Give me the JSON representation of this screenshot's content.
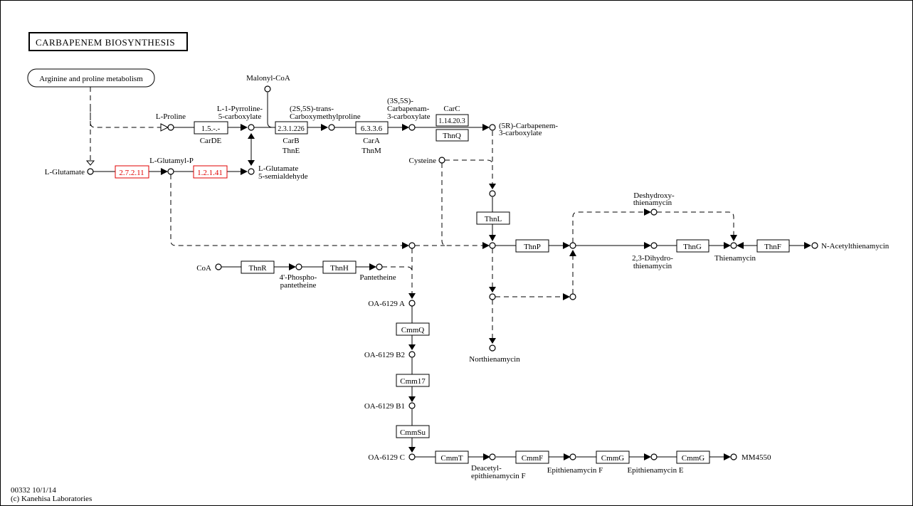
{
  "title": "CARBAPENEM BIOSYNTHESIS",
  "map_link": "Arginine and proline metabolism",
  "footer": {
    "line1": "00332 10/1/14",
    "line2": "(c) Kanehisa Laboratories"
  },
  "colors": {
    "highlight": "#e00000",
    "default": "#000000"
  },
  "compounds": {
    "malonyl_coa": "Malonyl-CoA",
    "l_proline": "L-Proline",
    "p5c_1": "L-1-Pyrroline-",
    "p5c_2": "5-carboxylate",
    "tcmp_1": "(2S,5S)-trans-",
    "tcmp_2": "Carboxymethylproline",
    "carbapenam_1": "(3S,5S)-",
    "carbapenam_2": "Carbapenam-",
    "carbapenam_3": "3-carboxylate",
    "carbapenem_1": "(5R)-Carbapenem-",
    "carbapenem_2": "3-carboxylate",
    "l_glutamate": "L-Glutamate",
    "l_glutamyl_p": "L-Glutamyl-P",
    "glu_sa_1": "L-Glutamate",
    "glu_sa_2": "5-semialdehyde",
    "cysteine": "Cysteine",
    "deshydroxy_1": "Deshydroxy-",
    "deshydroxy_2": "thienamycin",
    "dihydro_1": "2,3-Dihydro-",
    "dihydro_2": "thienamycin",
    "thienamycin": "Thienamycin",
    "n_acetyl": "N-Acetylthienamycin",
    "coa": "CoA",
    "phospho_1": "4'-Phospho-",
    "phospho_2": "pantetheine",
    "pantetheine": "Pantetheine",
    "oa_a": "OA-6129 A",
    "oa_b2": "OA-6129 B2",
    "oa_b1": "OA-6129 B1",
    "oa_c": "OA-6129 C",
    "northienamycin": "Northienamycin",
    "deacetyl_1": "Deacetyl-",
    "deacetyl_2": "epithienamycin F",
    "epi_f": "Epithienamycin F",
    "epi_e": "Epithienamycin E",
    "mm4550": "MM4550"
  },
  "enzymes": {
    "e_1_5": {
      "label": "1.5.-.-",
      "highlighted": false
    },
    "e_2_3_1_226": {
      "label": "2.3.1.226",
      "highlighted": false
    },
    "e_6_3_3_6": {
      "label": "6.3.3.6",
      "highlighted": false
    },
    "e_1_14_20_3": {
      "label": "1.14.20.3",
      "highlighted": false
    },
    "thnq": {
      "label": "ThnQ",
      "highlighted": false
    },
    "e_2_7_2_11": {
      "label": "2.7.2.11",
      "highlighted": true
    },
    "e_1_2_1_41": {
      "label": "1.2.1.41",
      "highlighted": true
    },
    "thnl": {
      "label": "ThnL",
      "highlighted": false
    },
    "thnp": {
      "label": "ThnP",
      "highlighted": false
    },
    "thng": {
      "label": "ThnG",
      "highlighted": false
    },
    "thnf": {
      "label": "ThnF",
      "highlighted": false
    },
    "thnr": {
      "label": "ThnR",
      "highlighted": false
    },
    "thnh": {
      "label": "ThnH",
      "highlighted": false
    },
    "cmmq": {
      "label": "CmmQ",
      "highlighted": false
    },
    "cmm17": {
      "label": "Cmm17",
      "highlighted": false
    },
    "cmmsu": {
      "label": "CmmSu",
      "highlighted": false
    },
    "cmmt": {
      "label": "CmmT",
      "highlighted": false
    },
    "cmmf": {
      "label": "CmmF",
      "highlighted": false
    },
    "cmmg1": {
      "label": "CmmG",
      "highlighted": false
    },
    "cmmg2": {
      "label": "CmmG",
      "highlighted": false
    }
  },
  "gene_labels": {
    "carde": "CarDE",
    "carb": "CarB",
    "thne": "ThnE",
    "cara": "CarA",
    "thnm": "ThnM",
    "carc": "CarC"
  }
}
